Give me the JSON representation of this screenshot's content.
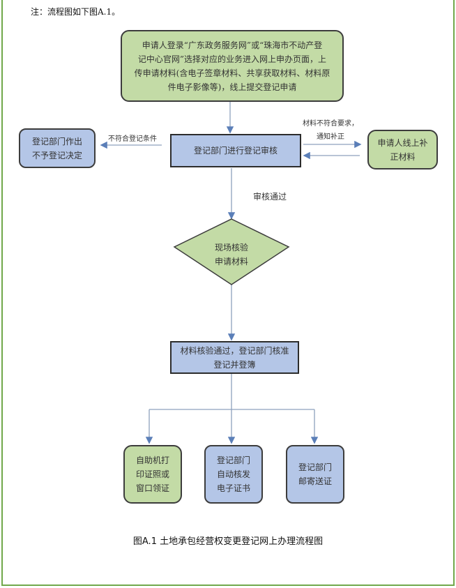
{
  "note": "注：流程图如下图A.1。",
  "nodes": {
    "start": "申请人登录“广东政务服务网”或“珠海市不动产登记中心官网”选择对应的业务进入网上申办页面，上传申请材料(含电子签章材料、共享获取材料、材料原件电子影像等)，线上提交登记申请",
    "review": "登记部门进行登记审核",
    "reject": "登记部门作出不予登记决定",
    "supplement": "申请人线上补正材料",
    "verify": "现场核验申请材料",
    "approve": "材料核验通过，登记部门核准登记并登簿",
    "out1": "自助机打印证照或窗口领证",
    "out2": "登记部门自动核发电子证书",
    "out3": "登记部门邮寄送证"
  },
  "edge_labels": {
    "reject": "不符合登记条件",
    "supplement_line1": "材料不符合要求，",
    "supplement_line2": "通知补正",
    "pass": "审核通过"
  },
  "lines": {
    "start": [
      "申请人登录“广东政务服务网”或“珠海市不动产登",
      "记中心官网”选择对应的业务进入网上申办页面，上",
      "传申请材料(含电子签章材料、共享获取材料、材料原",
      "件电子影像等)，线上提交登记申请"
    ],
    "reject": [
      "登记部门作出",
      "不予登记决定"
    ],
    "supplement": [
      "申请人线上补",
      "正材料"
    ],
    "verify": [
      "现场核验",
      "申请材料"
    ],
    "approve": [
      "材料核验通过，登记部门核准",
      "登记并登簿"
    ],
    "out1": [
      "自助机打",
      "印证照或",
      "窗口领证"
    ],
    "out2": [
      "登记部门",
      "自动核发",
      "电子证书"
    ],
    "out3": [
      "登记部门",
      "邮寄送证"
    ]
  },
  "caption": "图A.1 土地承包经营权变更登记网上办理流程图",
  "colors": {
    "green_fill": "#c3dba6",
    "blue_fill": "#b4c6e7",
    "arrow": "#5b7fb8",
    "frame": "#70a84a"
  }
}
